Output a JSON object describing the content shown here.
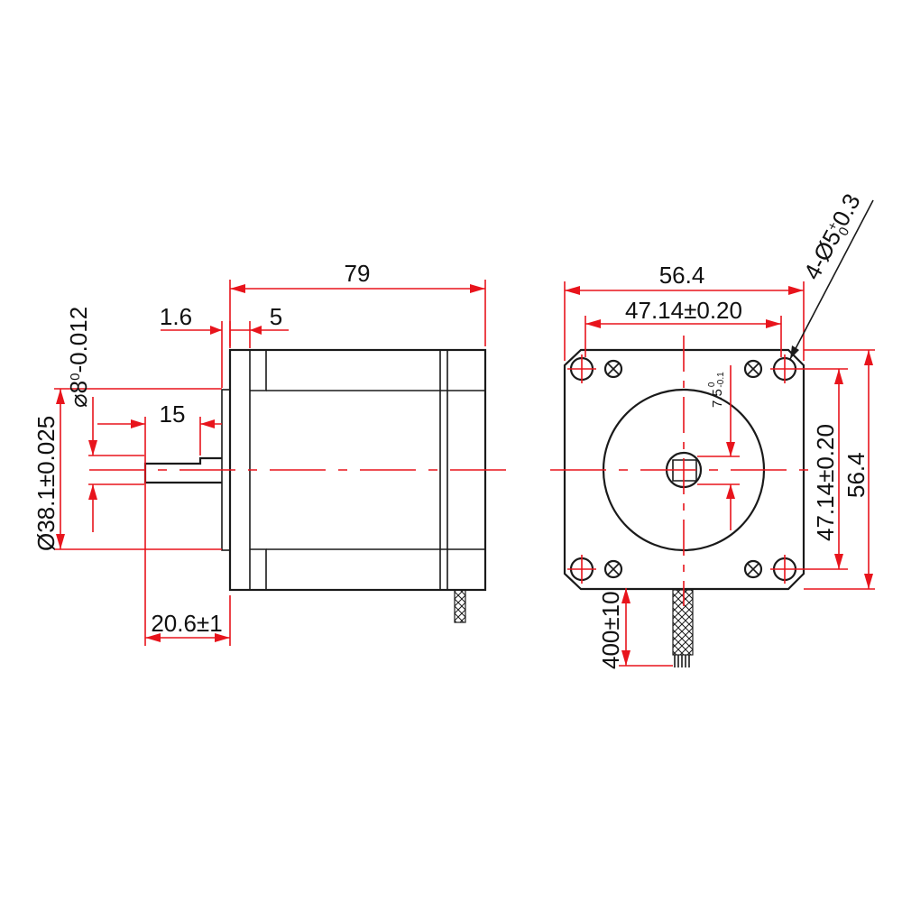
{
  "colors": {
    "outline": "#1a1a1a",
    "dimension": "#e8141c",
    "background": "#ffffff"
  },
  "side_view": {
    "length": "79",
    "flange_thickness": "1.6",
    "boss_depth": "5",
    "shaft_diameter": "⌀8",
    "shaft_diameter_tol_upper": "0",
    "shaft_diameter_tol_lower": "-0.012",
    "flat_length": "15",
    "boss_diameter": "Ø38.1±0.025",
    "shaft_length": "20.6±1"
  },
  "front_view": {
    "body_width": "56.4",
    "hole_spacing_horizontal": "47.14±0.20",
    "hole_spacing_vertical": "47.14±0.20",
    "body_height": "56.4",
    "mounting_holes_prefix": "4-Ø5",
    "mounting_holes_tol_upper": "+",
    "mounting_holes_tol_lower": "0",
    "mounting_holes_tol_value": "0.3",
    "shaft_flat": "7.5",
    "shaft_flat_tol_upper": "0",
    "shaft_flat_tol_lower": "-0.1",
    "lead_length": "400±10"
  }
}
